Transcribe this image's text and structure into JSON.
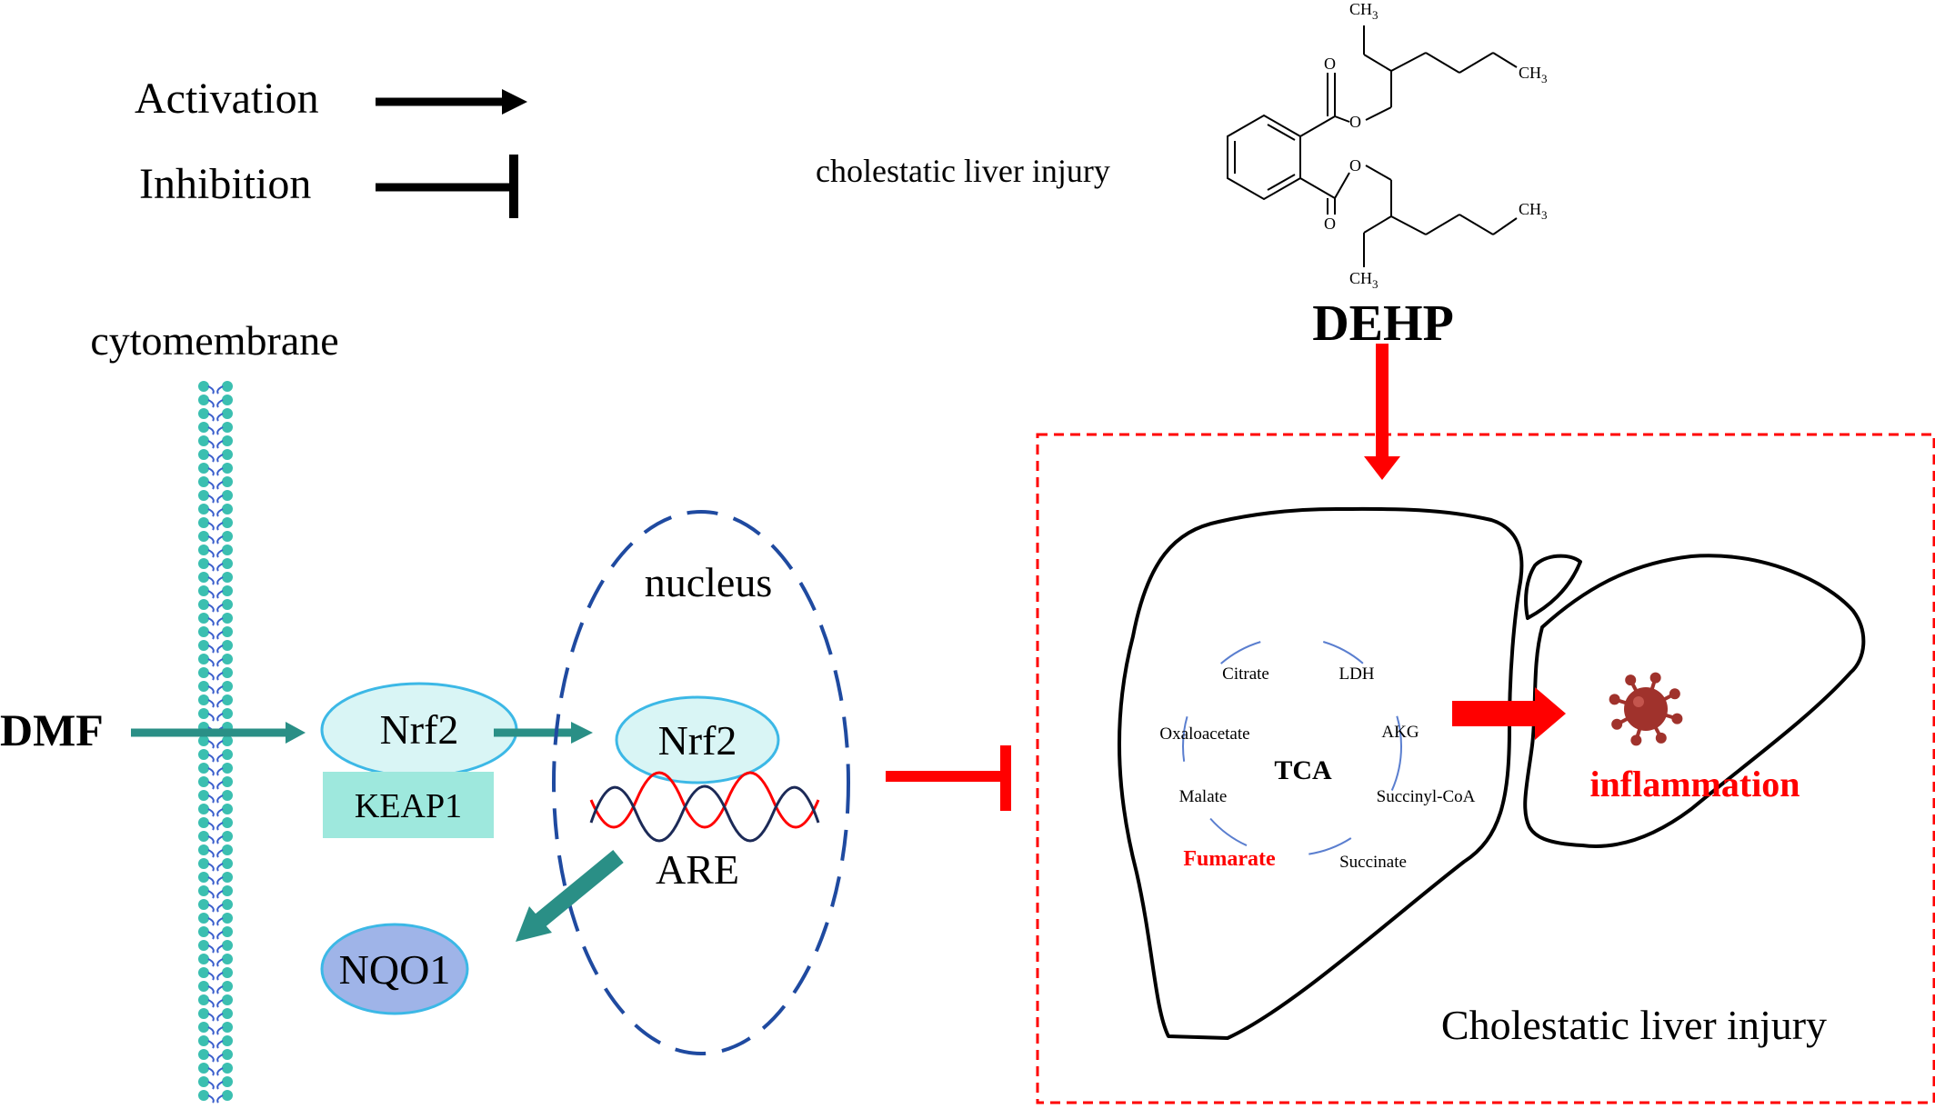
{
  "legend": {
    "activation": "Activation",
    "inhibition": "Inhibition"
  },
  "top_caption": "cholestatic liver injury",
  "dehp": {
    "label": "DEHP",
    "ch3": "CH",
    "ch3_sub": "3",
    "o": "O"
  },
  "membrane_label": "cytomembrane",
  "dmf_label": "DMF",
  "cytoplasm": {
    "nrf2": "Nrf2",
    "keap1": "KEAP1",
    "nqo1": "NQO1"
  },
  "nucleus": {
    "label": "nucleus",
    "nrf2": "Nrf2",
    "are": "ARE"
  },
  "tca": {
    "center": "TCA",
    "citrate": "Citrate",
    "ldh": "LDH",
    "akg": "AKG",
    "succinyl_coa": "Succinyl-CoA",
    "succinate": "Succinate",
    "fumarate": "Fumarate",
    "malate": "Malate",
    "oxaloacetate": "Oxaloacetate"
  },
  "inflammation": "inflammation",
  "box_caption": "Cholestatic liver injury",
  "colors": {
    "teal_arrow": "#2a8f86",
    "red": "#ff0000",
    "nucleus_dash": "#1f4aa0",
    "nrf2_fill": "#d9f5f5",
    "nrf2_stroke": "#3cb8e6",
    "keap1_fill": "#9ee8dd",
    "nqo1_fill": "#9fb4e8",
    "membrane_dot": "#3bbfb0",
    "membrane_line": "#3b5fcc",
    "virus": "#a0322c"
  }
}
